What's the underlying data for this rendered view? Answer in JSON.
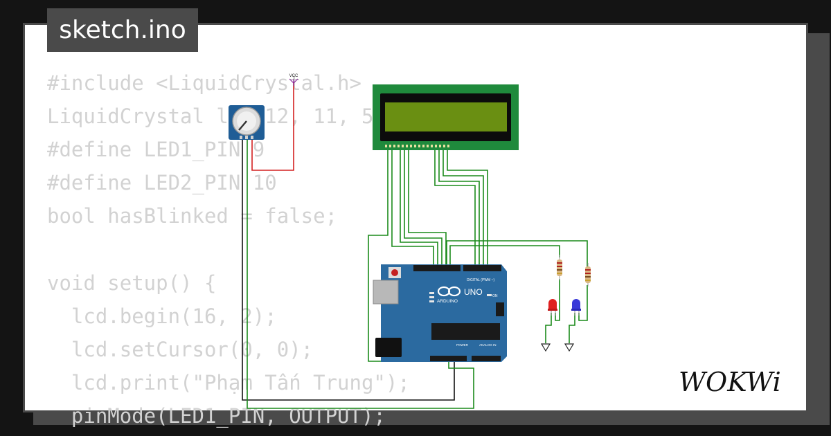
{
  "title": "sketch.ino",
  "code_lines": [
    "#include <LiquidCrystal.h>",
    "LiquidCrystal lcd(12, 11, 5, 4, 3, 2);",
    "#define LED1_PIN 9",
    "#define LED2_PIN 10",
    "bool hasBlinked = false;",
    "",
    "void setup() {",
    "  lcd.begin(16, 2);",
    "  lcd.setCursor(0, 0);",
    "  lcd.print(\"Phạm Tấn Trung\");",
    "  pinMode(LED1_PIN, OUTPUT);"
  ],
  "circuit": {
    "vcc_label": "VCC",
    "arduino_model": "UNO",
    "arduino_brand": "ARDUINO",
    "arduino_digital_label": "DIGITAL (PWM ~)",
    "arduino_power_label": "POWER",
    "arduino_analog_label": "ANALOG IN",
    "arduino_on_label": "ON",
    "led1_color": "red",
    "led2_color": "blue"
  },
  "logo_text": "WOKWi",
  "colors": {
    "background": "#141414",
    "panel": "#ffffff",
    "tab": "#4a4a4a",
    "code_text": "#d2d2d2",
    "wire_green": "#1a8a1a",
    "wire_red": "#d42020",
    "wire_black": "#111111",
    "lcd_board": "#1f8a3c",
    "lcd_screen": "#6a8f12",
    "arduino_board": "#2b6aa0"
  }
}
